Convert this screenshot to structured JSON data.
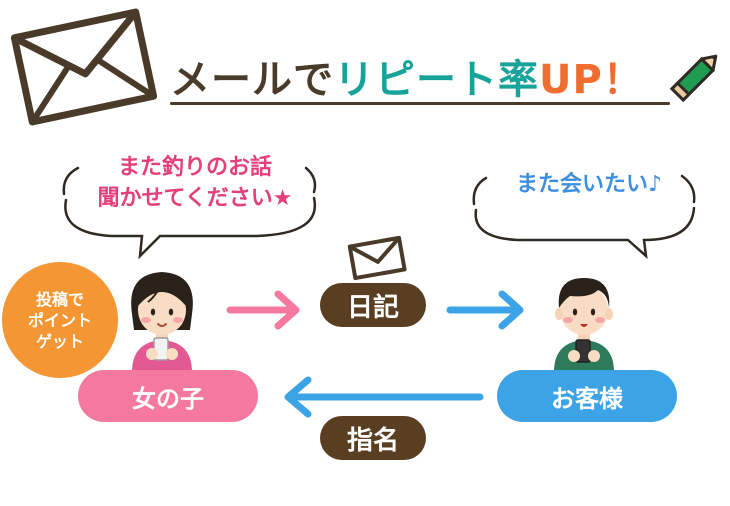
{
  "title": {
    "part1": "メールで",
    "part2": "リピート率",
    "part3": "UP！"
  },
  "girl_bubble": {
    "line1": "また釣りのお話",
    "line2": "聞かせてください★"
  },
  "customer_bubble": {
    "text": "また会いたい♪"
  },
  "badge": {
    "line1": "投稿で",
    "line2": "ポイント",
    "line3": "ゲット"
  },
  "girl_label": "女の子",
  "customer_label": "お客様",
  "diary_label": "日記",
  "shimei_label": "指名",
  "colors": {
    "pink": "#f5799f",
    "blue": "#3ba3e6",
    "brown": "#5a3e22",
    "orange": "#f39633",
    "teal": "#18a39a",
    "title_orange": "#ef6d2e"
  }
}
